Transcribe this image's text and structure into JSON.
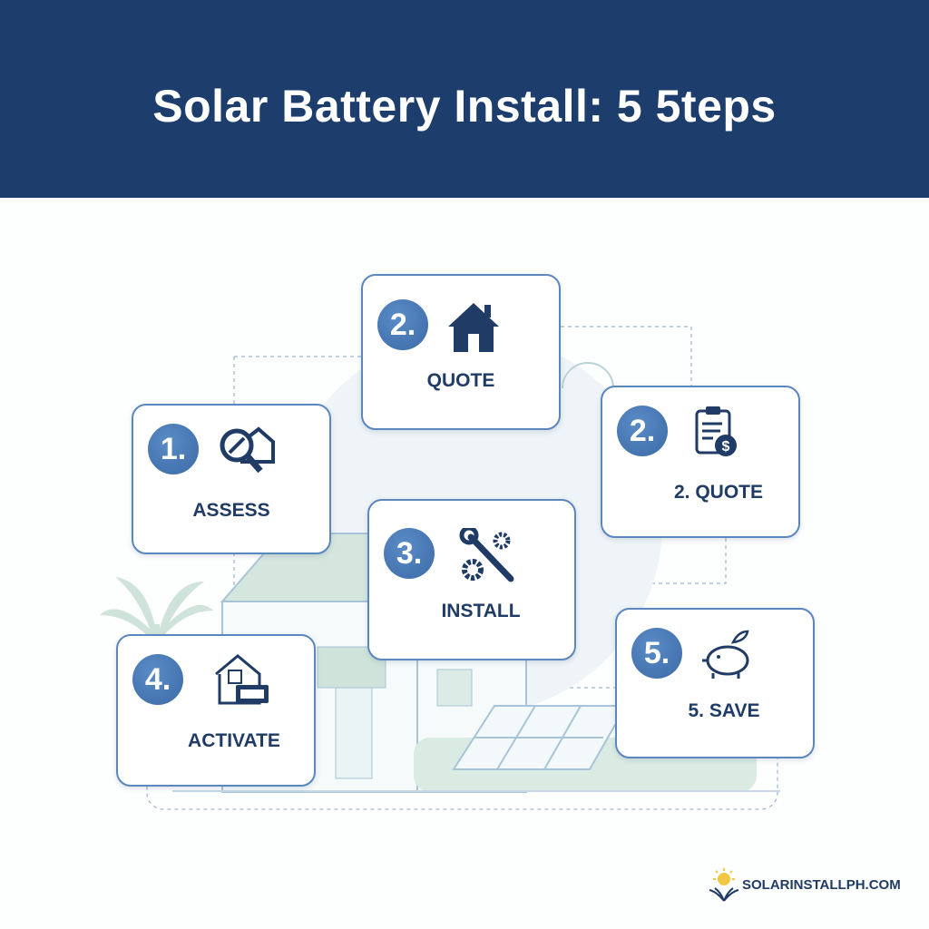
{
  "header": {
    "title": "Solar Battery Install: 5 5teps"
  },
  "steps": [
    {
      "number": "1.",
      "label": "ASSESS",
      "icon": "magnifier-house-icon"
    },
    {
      "number": "2.",
      "label": "QUOTE",
      "icon": "house-icon"
    },
    {
      "number": "2.",
      "label": "2. QUOTE",
      "icon": "clipboard-dollar-icon"
    },
    {
      "number": "3.",
      "label": "INSTALL",
      "icon": "wrench-gears-icon"
    },
    {
      "number": "4.",
      "label": "ACTIVATE",
      "icon": "house-battery-icon"
    },
    {
      "number": "5.",
      "label": "5. SAVE",
      "icon": "piggy-bank-icon"
    }
  ],
  "footer": {
    "logo_text": "SOLARINSTALLPH.COM"
  },
  "colors": {
    "header_bg": "#1d3e6c",
    "accent": "#4a7ab5",
    "text": "#1f3b66",
    "card_border": "#5b86be"
  }
}
